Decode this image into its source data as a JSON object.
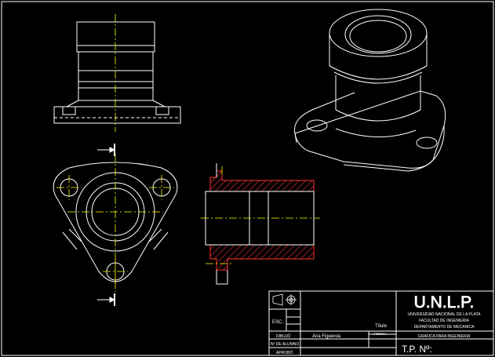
{
  "colors": {
    "background": "#000000",
    "linework": "#ffffff",
    "centerline": "#ffff00",
    "section": "#ff3030"
  },
  "title_block": {
    "esc_label": "ESC.:",
    "title_label": "Título",
    "drawn_label": "DIBUJÓ",
    "drawn_by": "Ana Figueroa",
    "date_label": "FECHA",
    "student_no_label": "Nº DE ALUMNO",
    "approved_label": "APROBÓ",
    "logo": "U.N.L.P.",
    "university": "UNIVERSIDAD NACIONAL DE LA PLATA",
    "faculty": "FACULTAD DE INGENIERIA",
    "department": "DEPARTAMENTO DE MECANICA",
    "course": "GRAFICA PARA INGENIERIA",
    "tp": "T.P. Nº:"
  },
  "icons": {
    "projection_symbol": "first-angle-projection-icon"
  }
}
